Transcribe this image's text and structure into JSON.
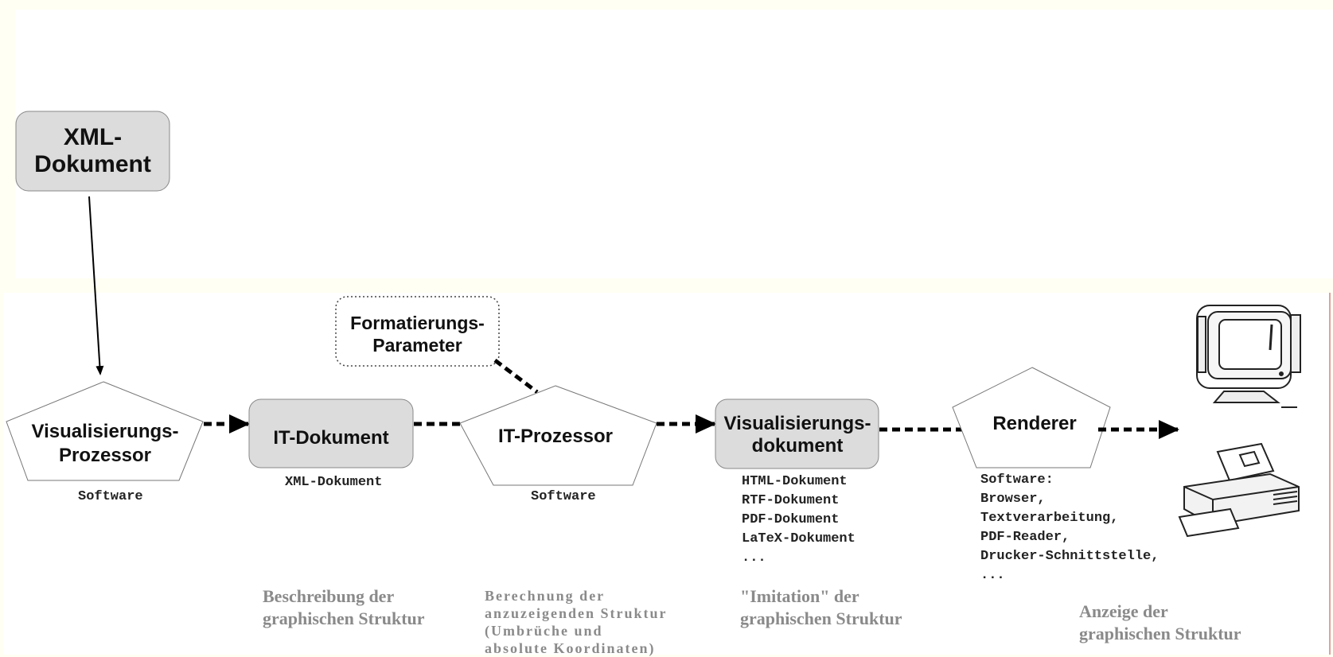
{
  "nodes": {
    "xml_document": "XML-\nDokument",
    "visualisierungs_prozessor": "Visualisierungs-\nProzessor",
    "it_dokument": "IT-Dokument",
    "formatierungs_parameter": "Formatierungs-\nParameter",
    "it_prozessor": "IT-Prozessor",
    "visualisierungsdokument": "Visualisierungs-\ndokument",
    "renderer": "Renderer"
  },
  "captions": {
    "vis_prozessor_software": "Software",
    "it_dokument_type": "XML-Dokument",
    "it_prozessor_software": "Software",
    "visualisierungsdokument_types": "HTML-Dokument\nRTF-Dokument\nPDF-Dokument\nLaTeX-Dokument\n...",
    "renderer_software": "Software:\nBrowser,\nTextverarbeitung,\nPDF-Reader,\nDrucker-Schnittstelle,\n..."
  },
  "notes": {
    "beschreibung": "Beschreibung der\ngraphischen Struktur",
    "berechnung": "Berechnung der\nanzuzeigenden Struktur\n(Umbrüche und\nabsolute Koordinaten)",
    "imitation": "\"Imitation\" der\ngraphischen Struktur",
    "anzeige": "Anzeige der\ngraphischen Struktur"
  },
  "colors": {
    "background": "#fffff3",
    "box_fill": "#dcdcdc",
    "note_text": "#8a8a8a"
  },
  "icons": [
    "monitor-icon",
    "printer-icon"
  ]
}
